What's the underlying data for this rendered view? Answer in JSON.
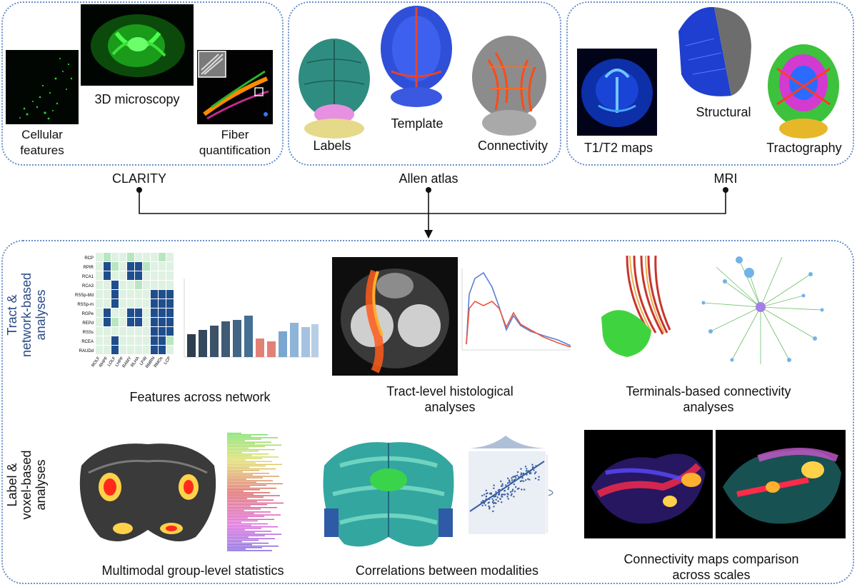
{
  "top": {
    "clarity": {
      "title": "CLARITY",
      "items": {
        "cellular": [
          "Cellular",
          "features"
        ],
        "microscopy": "3D microscopy",
        "fiber": [
          "Fiber",
          "quantification"
        ]
      }
    },
    "allen": {
      "title": "Allen atlas",
      "items": {
        "labels": "Labels",
        "template": "Template",
        "connectivity": "Connectivity"
      }
    },
    "mri": {
      "title": "MRI",
      "items": {
        "t1t2": "T1/T2 maps",
        "structural": "Structural",
        "tractography": "Tractography"
      }
    }
  },
  "bottom": {
    "row1_label": [
      "Tract &",
      "network-based",
      "analyses"
    ],
    "row2_label": [
      "Label &",
      "voxel-based",
      "analyses"
    ],
    "features": {
      "caption": "Features across network",
      "rows": [
        "RCP",
        "RPIR",
        "RCA1",
        "RCA3",
        "RSSp-bfd",
        "RSSp-m",
        "RGPe",
        "REPd",
        "RSSs",
        "RCEA",
        "RAUDd"
      ],
      "cols": [
        "ROLF",
        "RHPF",
        "LOLF",
        "LHPF",
        "RAMY",
        "RLHA",
        "LPIR",
        "RMRN",
        "RMOs",
        "LCP"
      ]
    },
    "tract": {
      "caption": [
        "Tract-level histological",
        "analyses"
      ]
    },
    "terminals": {
      "caption": [
        "Terminals-based connectivity",
        "analyses"
      ]
    },
    "group": {
      "caption": "Multimodal group-level statistics"
    },
    "correlations": {
      "caption": "Correlations between modalities"
    },
    "comparison": {
      "caption": [
        "Connectivity maps comparison",
        "across scales"
      ]
    }
  },
  "colors": {
    "panel_border": "#6a8fc7",
    "row_label": "#2a4a86",
    "heatmap_on": "#1f4e8c",
    "heatmap_light": "#dff2e2"
  }
}
